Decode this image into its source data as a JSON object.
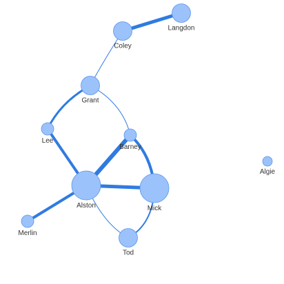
{
  "graph": {
    "colors": {
      "node_fill": "#9bc2fb",
      "node_stroke": "#5b95e8",
      "edge": "#2f7be0",
      "label": "#333333"
    },
    "nodes": [
      {
        "id": "Langdon",
        "label": "Langdon",
        "size": 2
      },
      {
        "id": "Coley",
        "label": "Coley",
        "size": 2
      },
      {
        "id": "Grant",
        "label": "Grant",
        "size": 2
      },
      {
        "id": "Lee",
        "label": "Lee",
        "size": 1
      },
      {
        "id": "Barney",
        "label": "Barney",
        "size": 1
      },
      {
        "id": "Alston",
        "label": "Alston",
        "size": 4
      },
      {
        "id": "Mick",
        "label": "Mick",
        "size": 4
      },
      {
        "id": "Merlin",
        "label": "Merlin",
        "size": 1
      },
      {
        "id": "Tod",
        "label": "Tod",
        "size": 2
      },
      {
        "id": "Algie",
        "label": "Algie",
        "size": 0.5
      }
    ],
    "edges": [
      {
        "source": "Coley",
        "target": "Langdon",
        "weight": 5
      },
      {
        "source": "Coley",
        "target": "Grant",
        "weight": 1
      },
      {
        "source": "Grant",
        "target": "Lee",
        "weight": 3
      },
      {
        "source": "Grant",
        "target": "Barney",
        "weight": 1
      },
      {
        "source": "Lee",
        "target": "Alston",
        "weight": 4
      },
      {
        "source": "Barney",
        "target": "Alston",
        "weight": 6
      },
      {
        "source": "Barney",
        "target": "Mick",
        "weight": 4
      },
      {
        "source": "Alston",
        "target": "Mick",
        "weight": 5
      },
      {
        "source": "Alston",
        "target": "Merlin",
        "weight": 4
      },
      {
        "source": "Alston",
        "target": "Tod",
        "weight": 1
      },
      {
        "source": "Mick",
        "target": "Tod",
        "weight": 2
      }
    ]
  }
}
